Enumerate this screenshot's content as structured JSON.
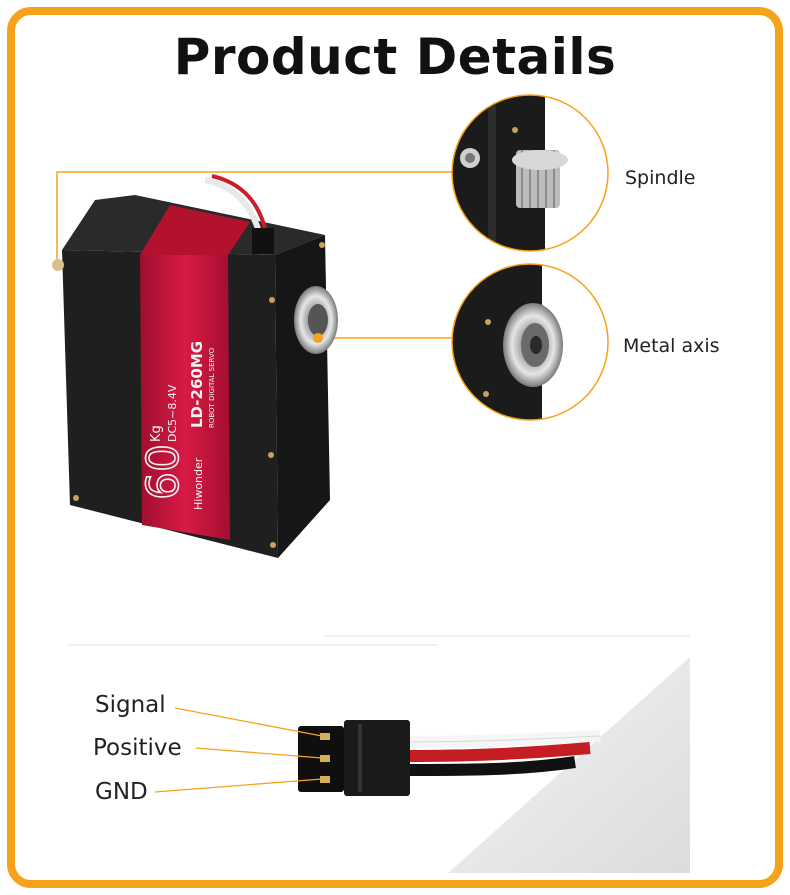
{
  "title": "Product Details",
  "callouts": {
    "spindle": "Spindle",
    "metal_axis": "Metal axis"
  },
  "servo_print": {
    "weight": "60",
    "unit": "Kg",
    "voltage": "DC5~8.4V",
    "model": "LD-260MG",
    "subtitle": "ROBOT DIGITAL SERVO",
    "brand": "Hiwonder"
  },
  "pins": {
    "signal": "Signal",
    "positive": "Positive",
    "gnd": "GND"
  },
  "colors": {
    "accent": "#f6a21b",
    "servo_body": "#1e1e1e",
    "servo_band": "#c8143a"
  }
}
